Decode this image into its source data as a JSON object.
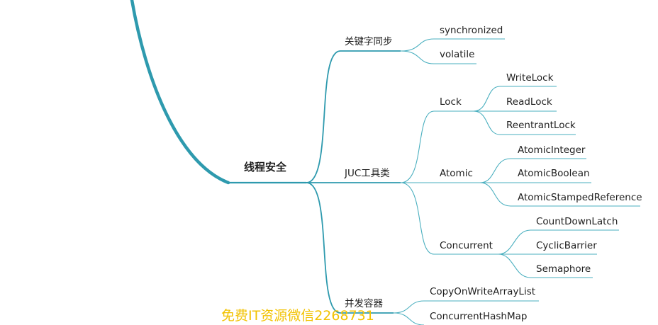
{
  "mindmap": {
    "root": "线程安全",
    "branches": [
      {
        "label": "关键字同步",
        "children": [
          "synchronized",
          "volatile"
        ]
      },
      {
        "label": "JUC工具类",
        "children": [
          {
            "label": "Lock",
            "children": [
              "WriteLock",
              "ReadLock",
              "ReentrantLock"
            ]
          },
          {
            "label": "Atomic",
            "children": [
              "AtomicInteger",
              "AtomicBoolean",
              "AtomicStampedReference"
            ]
          },
          {
            "label": "Concurrent",
            "children": [
              "CountDownLatch",
              "CyclicBarrier",
              "Semaphore"
            ]
          }
        ]
      },
      {
        "label": "并发容器",
        "children": [
          "CopyOnWriteArrayList",
          "ConcurrentHashMap"
        ]
      }
    ]
  },
  "watermark": "免费IT资源微信2268731",
  "colors": {
    "branch": "#2e9aae",
    "line": "#4aafbf",
    "text": "#1f1f1f",
    "watermark": "#f2c200"
  }
}
